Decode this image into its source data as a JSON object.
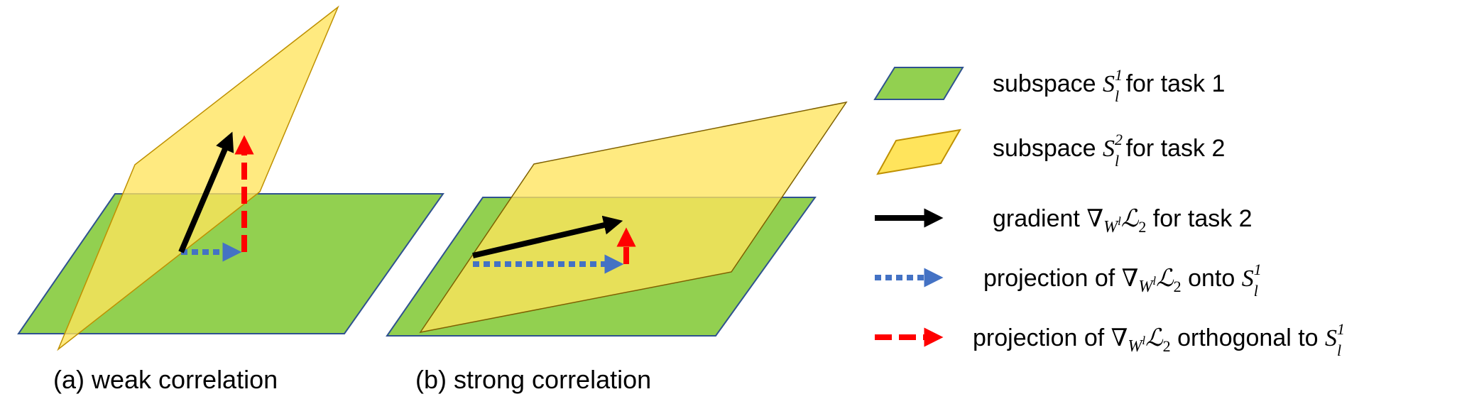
{
  "colors": {
    "green_plane": "#92d050",
    "green_edge": "#2f528f",
    "yellow_plane": "#ffe45c",
    "yellow_edge": "#bf9000",
    "gradient": "#000000",
    "projection_onto": "#4472c4",
    "projection_orthogonal": "#ff0000"
  },
  "captions": {
    "a": "(a) weak correlation",
    "b": "(b) strong correlation"
  },
  "legend": {
    "subspace1": {
      "pre": "subspace ",
      "S": "S",
      "sub": "l",
      "sup": "1",
      "post": " for task 1"
    },
    "subspace2": {
      "pre": "subspace ",
      "S": "S",
      "sub": "l",
      "sup": "2",
      "post": " for task 2"
    },
    "gradient": {
      "pre": "gradient ",
      "nabla": "∇",
      "W": "W",
      "Wsup": "l",
      "L": "ℒ",
      "Lsub": "2",
      "post": " for task 2"
    },
    "proj_onto": {
      "pre": "projection of ",
      "nabla": "∇",
      "W": "W",
      "Wsup": "l",
      "L": "ℒ",
      "Lsub": "2",
      "mid": " onto ",
      "S": "S",
      "sub": "l",
      "sup": "1"
    },
    "proj_orth": {
      "pre": "projection of ",
      "nabla": "∇",
      "W": "W",
      "Wsup": "l",
      "L": "ℒ",
      "Lsub": "2",
      "mid": " orthogonal to ",
      "S": "S",
      "sub": "l",
      "sup": "1"
    }
  }
}
